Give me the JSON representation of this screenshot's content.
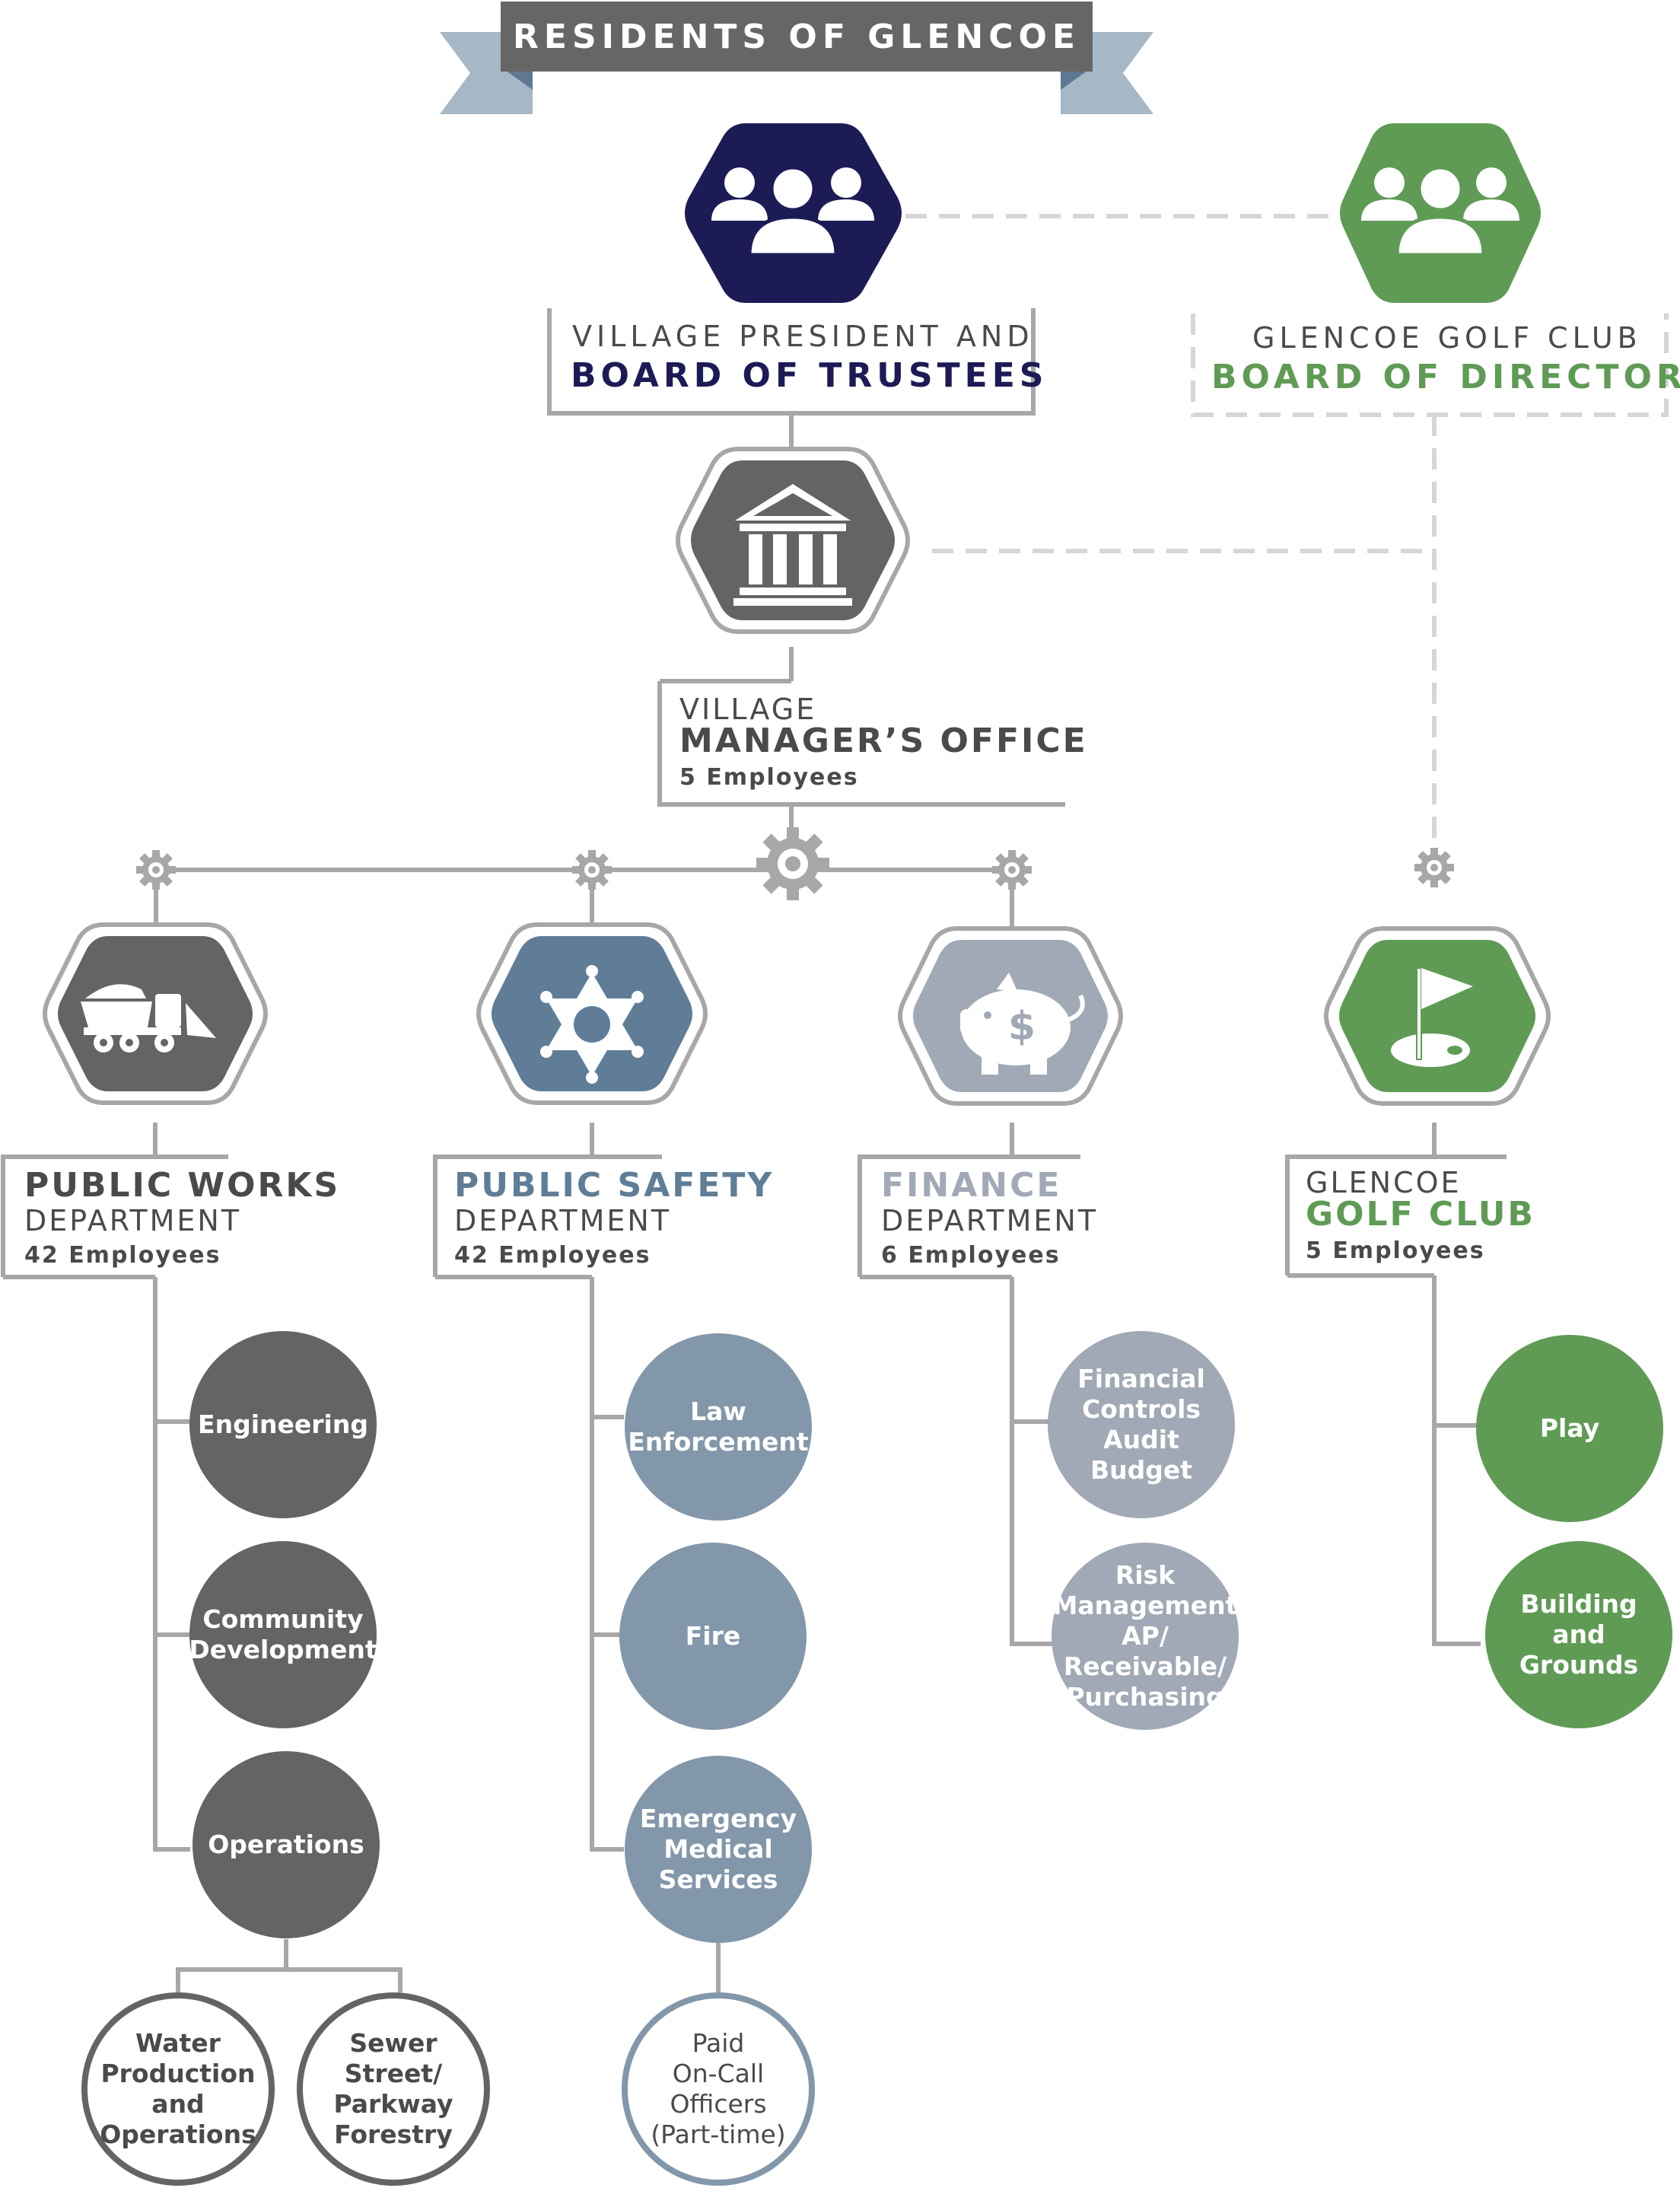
{
  "colors": {
    "navy": "#1d1b55",
    "green": "#5f9b55",
    "dark_gray": "#646464",
    "slate_blue": "#5f7d97",
    "light_gray": "#a0a9b5",
    "steel_blue": "#8397aa",
    "line_gray": "#a7a7a7",
    "banner": "#666666",
    "banner_ribbon": "#a6b7c5"
  },
  "banner": {
    "title": "RESIDENTS OF GLENCOE"
  },
  "board": {
    "line1": "VILLAGE PRESIDENT AND",
    "line2": "BOARD OF TRUSTEES",
    "icon": "people-group-icon"
  },
  "golf_board": {
    "line1": "GLENCOE GOLF CLUB",
    "line2": "BOARD OF DIRECTORS",
    "icon": "people-group-icon"
  },
  "manager": {
    "line1": "VILLAGE",
    "line2": "MANAGER’S OFFICE",
    "employees": "5 Employees",
    "icon": "government-building-icon"
  },
  "departments": [
    {
      "title": "PUBLIC WORKS",
      "subtitle": "DEPARTMENT",
      "employees": "42 Employees",
      "icon": "dump-truck-icon",
      "units": [
        "Engineering",
        "Community\nDevelopment",
        "Operations"
      ],
      "subunits": [
        "Water\nProduction\nand\nOperations",
        "Sewer\nStreet/\nParkway\nForestry"
      ]
    },
    {
      "title": "PUBLIC SAFETY",
      "subtitle": "DEPARTMENT",
      "employees": "42 Employees",
      "icon": "sheriff-star-icon",
      "units": [
        "Law\nEnforcement",
        "Fire",
        "Emergency\nMedical\nServices"
      ],
      "subunits": [
        "Paid\nOn-Call\nOfficers\n(Part-time)"
      ]
    },
    {
      "title": "FINANCE",
      "subtitle": "DEPARTMENT",
      "employees": "6 Employees",
      "icon": "piggy-bank-icon",
      "units": [
        "Financial\nControls\nAudit\nBudget",
        "Risk\nManagement\nAP/\nReceivable/\nPurchasing"
      ]
    },
    {
      "title": "GLENCOE",
      "subtitle": "GOLF CLUB",
      "employees": "5 Employees",
      "icon": "golf-flag-icon",
      "units": [
        "Play",
        "Building\nand\nGrounds"
      ]
    }
  ],
  "icons": [
    "gear-icon",
    "dollar-sign-icon"
  ]
}
